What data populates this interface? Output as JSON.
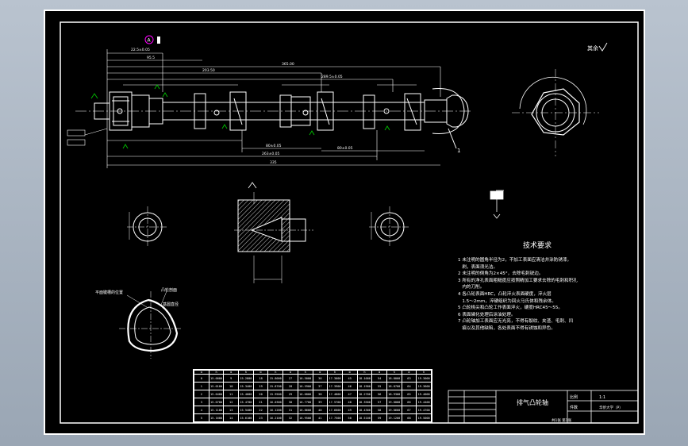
{
  "drawing": {
    "title_block": {
      "part_name": "排气凸轮轴",
      "scale_label": "比例",
      "scale_value": "1:1",
      "quantity_label": "件数",
      "school": "华侨大学（P）",
      "sheet": "共1张 第1张"
    },
    "tech_requirements": {
      "heading": "技术要求",
      "items": [
        "1 未注明的圆角半径为2，不加工表面应清洁并涂防锈漆，",
        "   刷，表面须光洁。",
        "2 未注明的倒角为2×45°，去除毛刺锐边。",
        "3 所有的净孔表面粗糙度应按照精加工要求去除的毛刺和积孔",
        "   内的刀削。",
        "4 各凸轮表面HRC，凸轮淬火表面硬度，淬火层",
        "   1.5～2mm，淬硬组织为回火马氏体和残余体。",
        "5 凸轮桃尖和凸轮工作表面淬火，硬度HRC45～55。",
        "6 表面磷化处理后涂油处理。",
        "7 凸轮轴加工表面应无光亮，不得有裂纹、夹渣、毛刺、凹",
        "   痕以及其他缺陷，各处表面不得有锈蚀和异色。"
      ]
    },
    "roughness_note": "其余",
    "section_label_left": "平面键槽的位置",
    "section_label_right": "凸轮剖面",
    "section_label_inner": "基圆直径",
    "callout_1": "1",
    "datum_a": "A"
  },
  "table": {
    "header": [
      "α",
      "h",
      "α",
      "h",
      "α",
      "h",
      "α",
      "h",
      "α",
      "h",
      "α",
      "h",
      "α",
      "h",
      "α",
      "h"
    ],
    "rows": [
      [
        "0",
        "15.0000",
        "9",
        "15.2800",
        "18",
        "15.8000",
        "27",
        "16.5000",
        "36",
        "17.3000",
        "45",
        "18.1000",
        "54",
        "18.8000",
        "63",
        "19.3000"
      ],
      [
        "1",
        "15.0100",
        "10",
        "15.3400",
        "19",
        "15.8700",
        "28",
        "16.5900",
        "37",
        "17.3900",
        "46",
        "18.1900",
        "55",
        "18.8700",
        "64",
        "19.3600"
      ],
      [
        "2",
        "15.0400",
        "11",
        "15.4000",
        "20",
        "15.9500",
        "29",
        "16.6800",
        "38",
        "17.4800",
        "47",
        "18.2700",
        "56",
        "18.9300",
        "65",
        "19.4000"
      ],
      [
        "3",
        "15.0700",
        "12",
        "15.4700",
        "21",
        "16.0300",
        "30",
        "16.7700",
        "39",
        "17.5700",
        "48",
        "18.3500",
        "57",
        "19.0000",
        "66",
        "19.4400"
      ],
      [
        "4",
        "15.1100",
        "13",
        "15.5400",
        "22",
        "16.1200",
        "31",
        "16.8600",
        "40",
        "17.6600",
        "49",
        "18.4300",
        "58",
        "19.0600",
        "67",
        "19.4700"
      ],
      [
        "5",
        "15.1600",
        "14",
        "15.6100",
        "23",
        "16.2100",
        "32",
        "16.9500",
        "41",
        "17.7500",
        "50",
        "18.5100",
        "59",
        "19.1200",
        "68",
        "19.5000"
      ]
    ]
  },
  "colors": {
    "bg": "#000000",
    "line": "#ffffff",
    "green": "#00c000",
    "magenta": "#ff00ff",
    "cyan": "#00c0ff"
  }
}
